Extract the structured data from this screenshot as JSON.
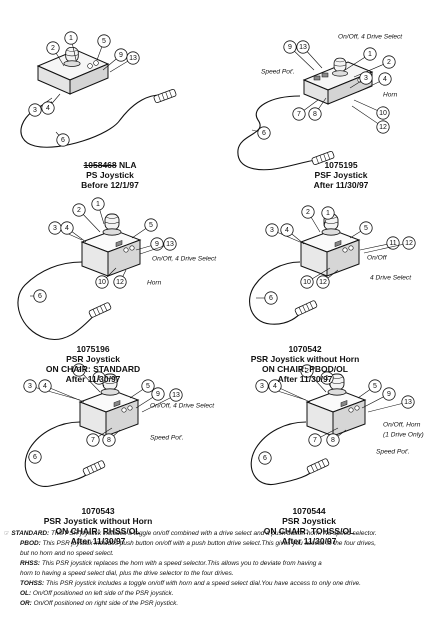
{
  "panels": [
    {
      "caption": [
        "1058468 NLA",
        "PS Joystick",
        "Before 12/1/97"
      ],
      "callouts": [
        "1",
        "2",
        "5",
        "9",
        "13",
        "3",
        "4",
        "6"
      ],
      "labels": []
    },
    {
      "caption": [
        "1075195",
        "PSF Joystick",
        "After 11/30/97"
      ],
      "callouts": [
        "9",
        "13",
        "1",
        "2",
        "3",
        "4",
        "7",
        "8",
        "10",
        "12",
        "6"
      ],
      "labels": [
        "On/Off, 4 Drive Select",
        "Speed Pot'.",
        "Horn"
      ]
    },
    {
      "caption": [
        "1075196",
        "PSR Joystick",
        "ON CHAIR: STANDARD",
        "After 11/30/97"
      ],
      "callouts": [
        "2",
        "1",
        "3",
        "4",
        "5",
        "9",
        "13",
        "10",
        "12",
        "6"
      ],
      "labels": [
        "On/Off, 4 Drive Select",
        "Horn"
      ]
    },
    {
      "caption": [
        "1070542",
        "PSR Joystick without Horn",
        "ON CHAIR: PBOD/OL",
        "After 11/30/97"
      ],
      "callouts": [
        "2",
        "1",
        "3",
        "4",
        "5",
        "11",
        "12",
        "10",
        "12",
        "6"
      ],
      "labels": [
        "On/Off",
        "4 Drive Select"
      ]
    },
    {
      "caption": [
        "1070543",
        "PSR Joystick without Horn",
        "ON CHAIR: RHSS/OL",
        "After 11/30/97"
      ],
      "callouts": [
        "2",
        "1",
        "3",
        "4",
        "5",
        "9",
        "13",
        "7",
        "8",
        "6"
      ],
      "labels": [
        "On/Off, 4 Drive Select",
        "Speed Pot'."
      ]
    },
    {
      "caption": [
        "1070544",
        "PSR Joystick",
        "ON CHAIR: TOHSS/OL",
        "After 11/30/97"
      ],
      "callouts": [
        "2",
        "1",
        "3",
        "4",
        "5",
        "9",
        "13",
        "7",
        "8",
        "6"
      ],
      "labels": [
        "On/Off, Horn",
        "(1 Drive Only)",
        "Speed Pot'."
      ]
    }
  ],
  "notes": [
    {
      "marker": "☞",
      "term": "STANDARD:",
      "text": "This PSR joystick includes a toggle on/off combined with a drive select and a push button horn. No speed selector."
    },
    {
      "term": "PBOD:",
      "text": "This PSR joystick includes push button on/off with a push button drive select.This gives you access to the four drives,"
    },
    {
      "text": "but no horn and no speed select."
    },
    {
      "term": "RHSS:",
      "text": "This PSR joystick replaces the horn with a speed selector.This allows you to deviate from having a"
    },
    {
      "text": "horn to having a speed select dial, plus the drive selector to the four drives."
    },
    {
      "term": "TOHSS:",
      "text": "This PSR joystick includes a toggle on/off with horn and a speed select dial.You have access to only one drive."
    },
    {
      "term": "OL:",
      "text": "On/Off positioned on left side of the PSR joystick."
    },
    {
      "term": "OR:",
      "text": "On/Off positioned on right side of the PSR joystick."
    }
  ]
}
